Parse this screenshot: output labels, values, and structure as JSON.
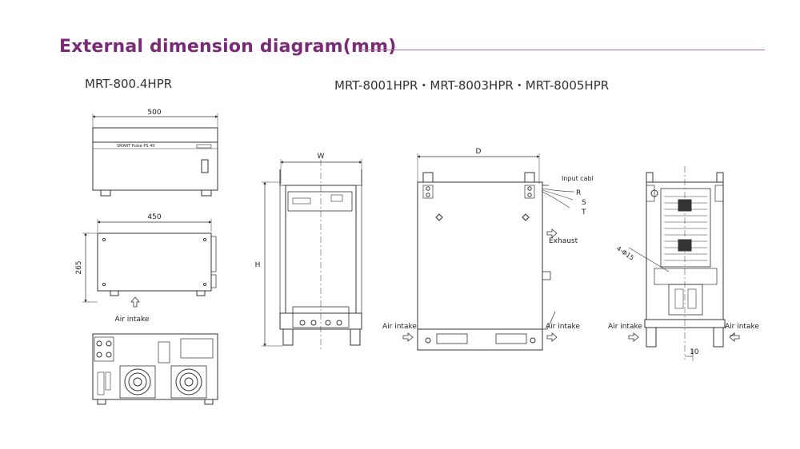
{
  "header": {
    "title": "External dimension diagram(mm)",
    "accent_color": "#7b2a78",
    "rule_color": "#b06aae"
  },
  "left_model": {
    "name": "MRT-800.4HPR",
    "front_width": "500",
    "top_width": "450",
    "side_height": "265",
    "air_intake": "Air intake",
    "panel_label": "SMART Pulse PS 40"
  },
  "right_model": {
    "name": "MRT-8001HPR・MRT-8003HPR・MRT-8005HPR",
    "width_label": "W",
    "height_label": "H",
    "depth_label": "D",
    "input_cable": "Input cabl",
    "phase_r": "R",
    "phase_s": "S",
    "phase_t": "T",
    "exhaust": "Exhaust",
    "air_intake": "Air intake",
    "hole_label": "4-Φ15",
    "offset_label": "10"
  }
}
